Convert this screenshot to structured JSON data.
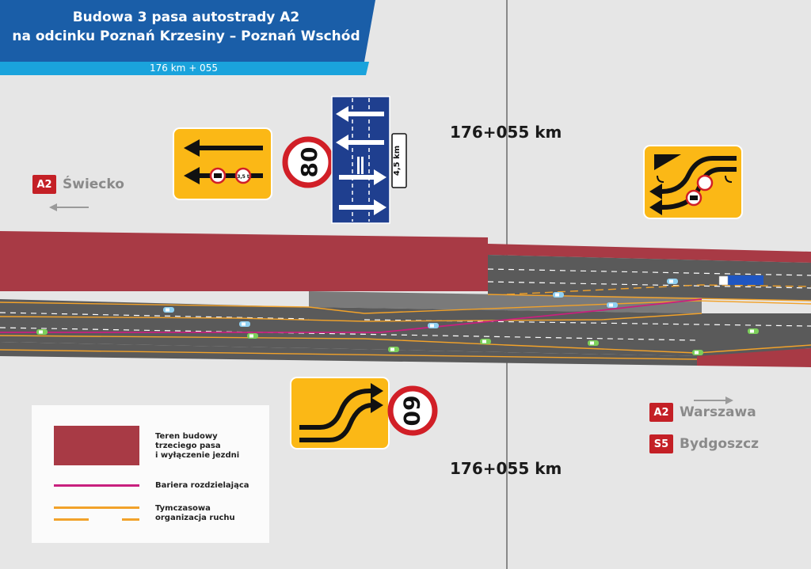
{
  "header": {
    "title_line1": "Budowa 3 pasa autostrady A2",
    "title_line2": "na odcinku Poznań Krzesiny – Poznań Wschód",
    "subtitle": "176 km + 055"
  },
  "km_labels": {
    "top": "176+055 km",
    "bottom": "176+055 km"
  },
  "destinations": {
    "west": {
      "road": "A2",
      "name": "Świecko"
    },
    "east": [
      {
        "road": "A2",
        "name": "Warszawa"
      },
      {
        "road": "S5",
        "name": "Bydgoszcz"
      }
    ]
  },
  "signs": {
    "speed_limit_top": "80",
    "speed_limit_bottom": "60",
    "lane_length": "4,5 km",
    "weight_limit": "3,5 t"
  },
  "legend": {
    "construction": [
      "Teren budowy",
      "trzeciego pasa",
      "i wyłączenie jezdni"
    ],
    "barrier": "Bariera rozdzielająca",
    "temporary": [
      "Tymczasowa",
      "organizacja ruchu"
    ]
  },
  "colors": {
    "header_blue": "#1a5ea8",
    "header_cyan": "#1aa3dc",
    "construction": "#a83a45",
    "asphalt": "#595959",
    "barrier": "#c8207e",
    "temporary": "#f2a22a",
    "sign_yellow": "#fbb816",
    "sign_blue": "#1f3f8f",
    "speed_red": "#d11f27"
  }
}
